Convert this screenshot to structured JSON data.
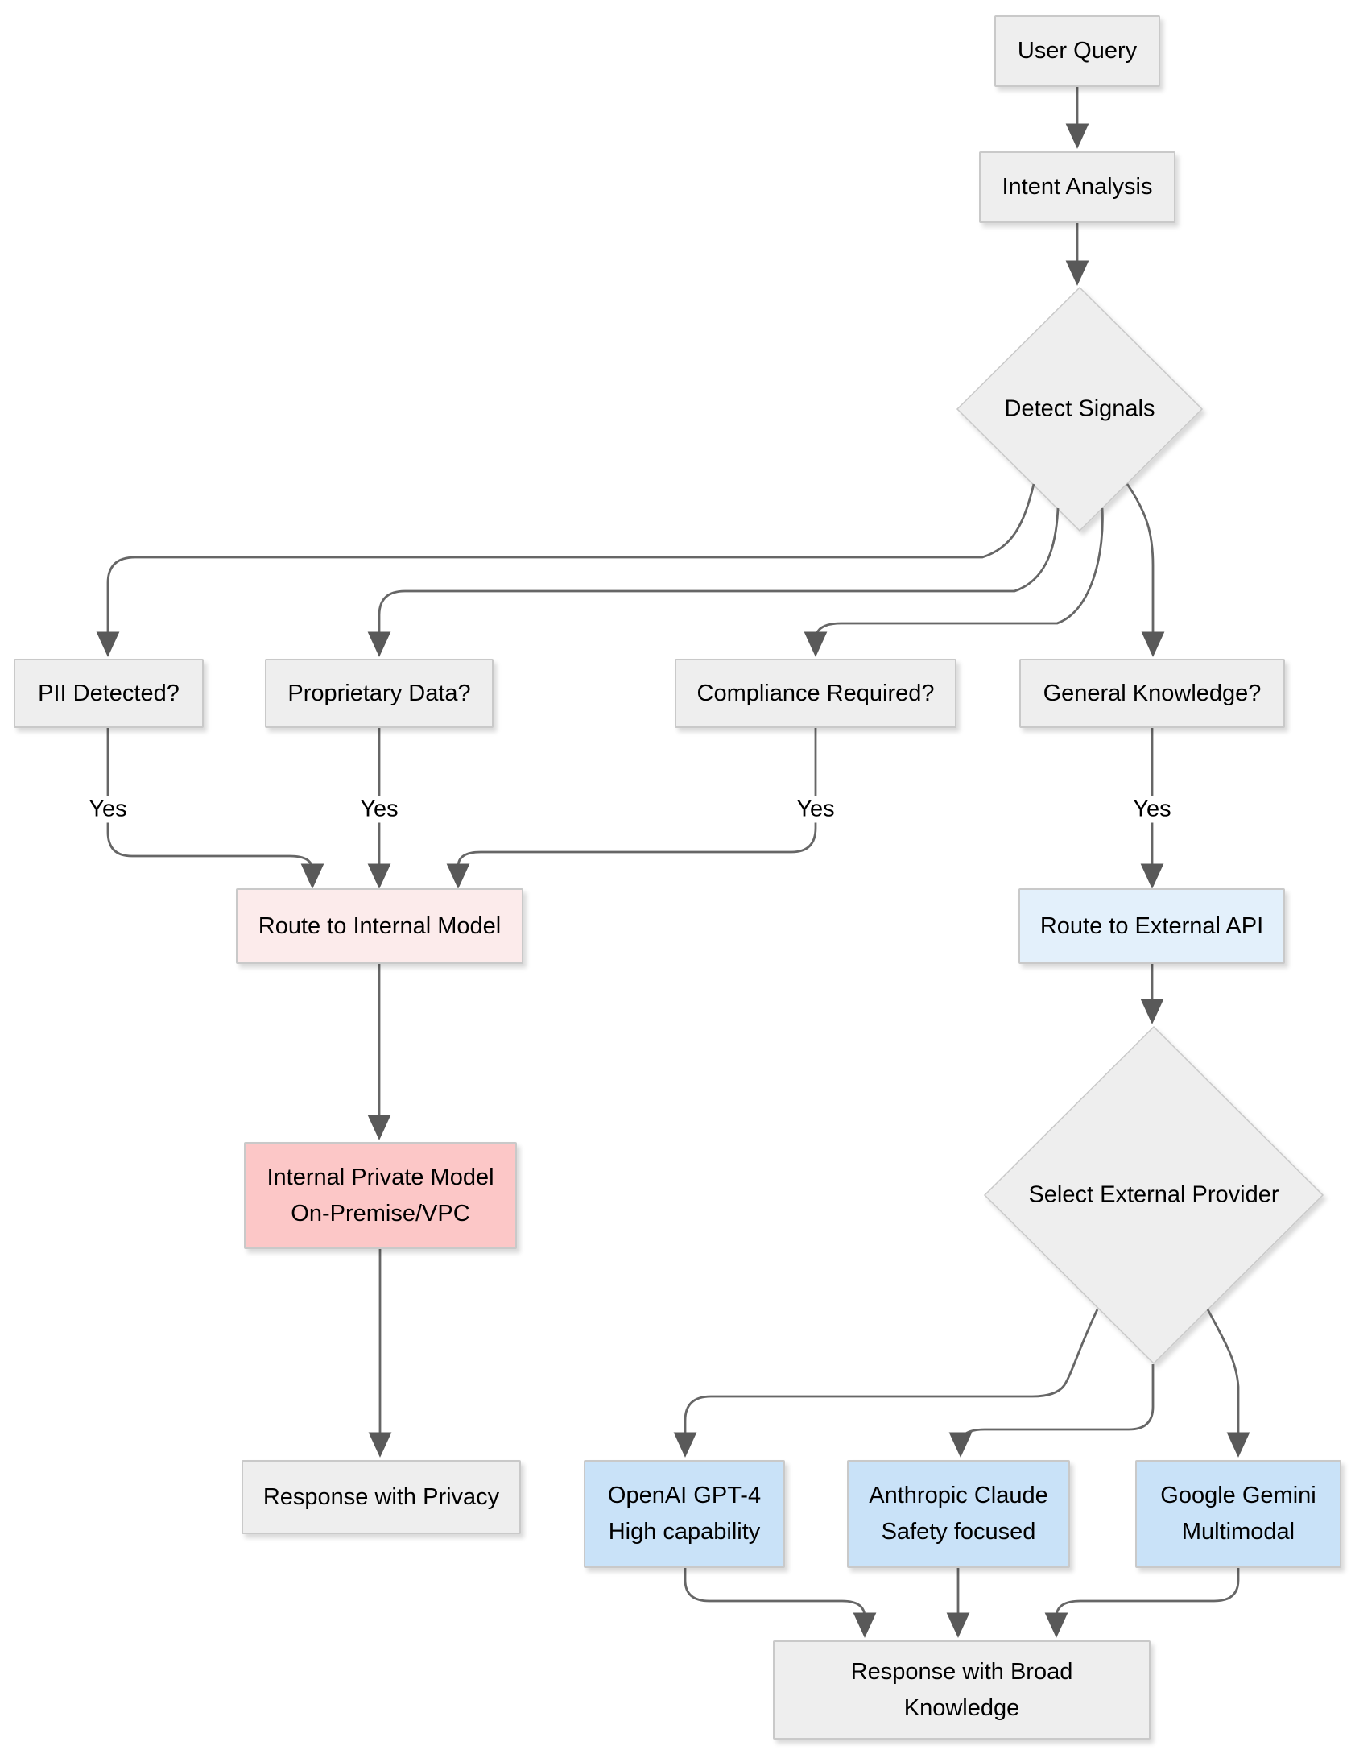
{
  "diagram": {
    "background": "#ffffff",
    "nodes": {
      "user_query": {
        "label": "User Query",
        "shape": "rect",
        "fill": "#eeeeee"
      },
      "intent_analysis": {
        "label": "Intent Analysis",
        "shape": "rect",
        "fill": "#eeeeee"
      },
      "detect_signals": {
        "label": "Detect Signals",
        "shape": "diamond",
        "fill": "#eeeeee"
      },
      "pii_detected": {
        "label": "PII Detected?",
        "shape": "rect",
        "fill": "#eeeeee"
      },
      "proprietary_data": {
        "label": "Proprietary Data?",
        "shape": "rect",
        "fill": "#eeeeee"
      },
      "compliance_required": {
        "label": "Compliance Required?",
        "shape": "rect",
        "fill": "#eeeeee"
      },
      "general_knowledge": {
        "label": "General Knowledge?",
        "shape": "rect",
        "fill": "#eeeeee"
      },
      "route_internal": {
        "label": "Route to Internal Model",
        "shape": "rect",
        "fill": "#fcebeb"
      },
      "route_external": {
        "label": "Route to External API",
        "shape": "rect",
        "fill": "#e3f0fb"
      },
      "internal_private_model": {
        "label": "Internal Private Model\nOn-Premise/VPC",
        "shape": "rect",
        "fill": "#fcc7c7"
      },
      "select_external_provider": {
        "label": "Select External Provider",
        "shape": "diamond",
        "fill": "#eeeeee"
      },
      "response_privacy": {
        "label": "Response with Privacy",
        "shape": "rect",
        "fill": "#eeeeee"
      },
      "openai_gpt4": {
        "label": "OpenAI GPT-4\nHigh capability",
        "shape": "rect",
        "fill": "#c9e2f8"
      },
      "anthropic_claude": {
        "label": "Anthropic Claude\nSafety focused",
        "shape": "rect",
        "fill": "#c9e2f8"
      },
      "google_gemini": {
        "label": "Google Gemini\nMultimodal",
        "shape": "rect",
        "fill": "#c9e2f8"
      },
      "response_broad": {
        "label": "Response with Broad\nKnowledge",
        "shape": "rect",
        "fill": "#eeeeee"
      }
    },
    "edge_labels": {
      "pii_yes": "Yes",
      "proprietary_yes": "Yes",
      "compliance_yes": "Yes",
      "general_yes": "Yes"
    },
    "colors": {
      "edge": "#666666",
      "arrowhead": "#595959",
      "node_border": "#c9c9c9",
      "text": "#000000"
    }
  }
}
